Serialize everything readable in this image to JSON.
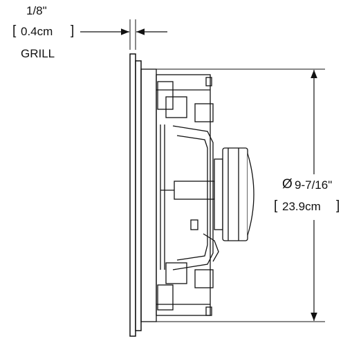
{
  "grill_thickness": {
    "imperial": "1/8\"",
    "metric": "0.4cm",
    "label": "GRILL",
    "bracket_open": "[",
    "bracket_close": "]"
  },
  "diameter": {
    "symbol": "Ø",
    "imperial": "9-7/16\"",
    "metric": "23.9cm",
    "bracket_open": "[",
    "bracket_close": "]"
  }
}
